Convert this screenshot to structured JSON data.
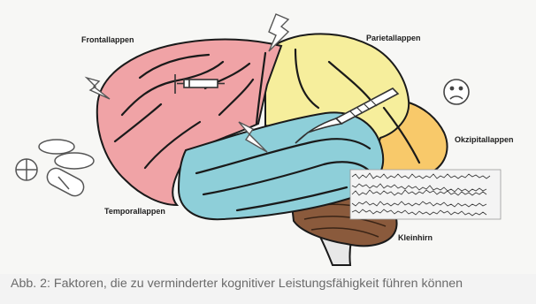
{
  "labels": {
    "frontal": "Frontallappen",
    "parietal": "Parietallappen",
    "occipital": "Okzipitallappen",
    "temporal": "Temporallappen",
    "cerebellum": "Kleinhirn"
  },
  "caption": "Abb. 2: Faktoren, die zu verminderter kognitiver Leistungsfähigkeit führen können",
  "colors": {
    "frontal": "#f0a3a6",
    "parietal": "#f6ee9c",
    "occipital": "#f8c96a",
    "temporal": "#8ecfd9",
    "cerebellum": "#8a5a3c",
    "brainstem": "#e8e8e8"
  },
  "icons": [
    "lightning-bolt-icon",
    "pills-icon",
    "syringe-icon",
    "scalpel-icon",
    "sad-face-icon",
    "eeg-trace-icon"
  ]
}
